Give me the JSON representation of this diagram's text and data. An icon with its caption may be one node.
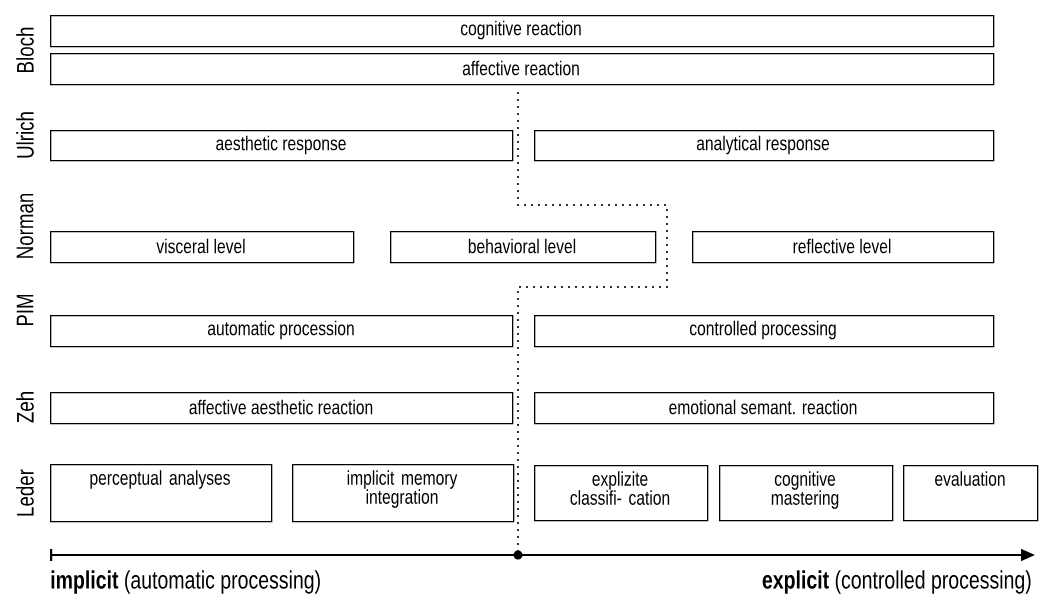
{
  "diagram": {
    "nodes": [
      {
        "text": [
          "cognitive reaction"
        ]
      },
      {
        "text": [
          "affective reaction"
        ]
      },
      {
        "text": [
          "aesthetic response"
        ]
      },
      {
        "text": [
          "analytical response"
        ]
      },
      {
        "text": [
          "visceral level"
        ]
      },
      {
        "text": [
          "behavioral level"
        ]
      },
      {
        "text": [
          "reflective level"
        ]
      },
      {
        "text": [
          "automatic procession"
        ]
      },
      {
        "text": [
          "controlled processing"
        ]
      },
      {
        "text": [
          "affective aesthetic reaction"
        ]
      },
      {
        "text": [
          "emotional semant. reaction"
        ]
      },
      {
        "text": [
          "perceptual analyses"
        ]
      },
      {
        "text": [
          "implicit memory integration"
        ]
      },
      {
        "text": [
          "explizite classifi- cation"
        ]
      },
      {
        "text": [
          "cognitive mastering"
        ]
      },
      {
        "text": [
          "evaluation"
        ]
      }
    ],
    "labels": [
      "Bloch",
      "Ulrich",
      "Norman",
      "PIM",
      "Zeh",
      "Leder",
      "**implicit** (automatic processing)",
      "**explicit** (controlled processing)"
    ]
  }
}
